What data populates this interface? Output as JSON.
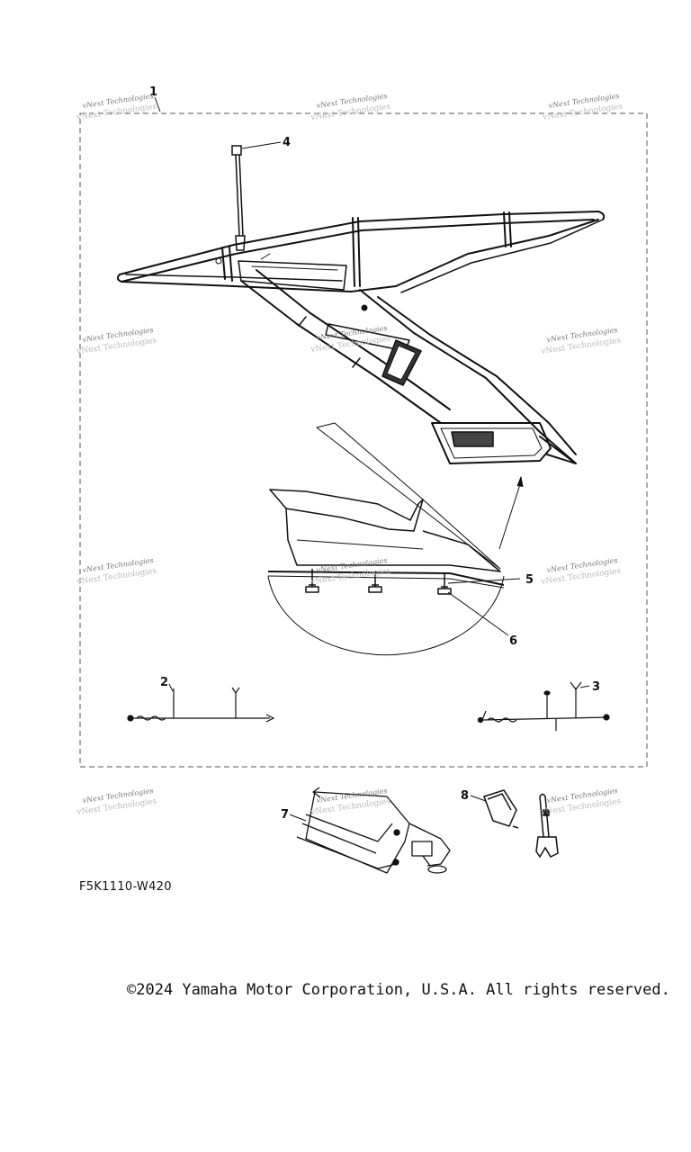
{
  "callouts": {
    "c1": "1",
    "c2": "2",
    "c3": "3",
    "c4": "4",
    "c5": "5",
    "c6": "6",
    "c7": "7",
    "c8": "8"
  },
  "watermark": {
    "line1": "vNext Technologies",
    "line2": "vNext Technologies"
  },
  "diagram_code": "F5K1110-W420",
  "copyright": "©2024 Yamaha Motor Corporation, U.S.A. All rights reserved."
}
